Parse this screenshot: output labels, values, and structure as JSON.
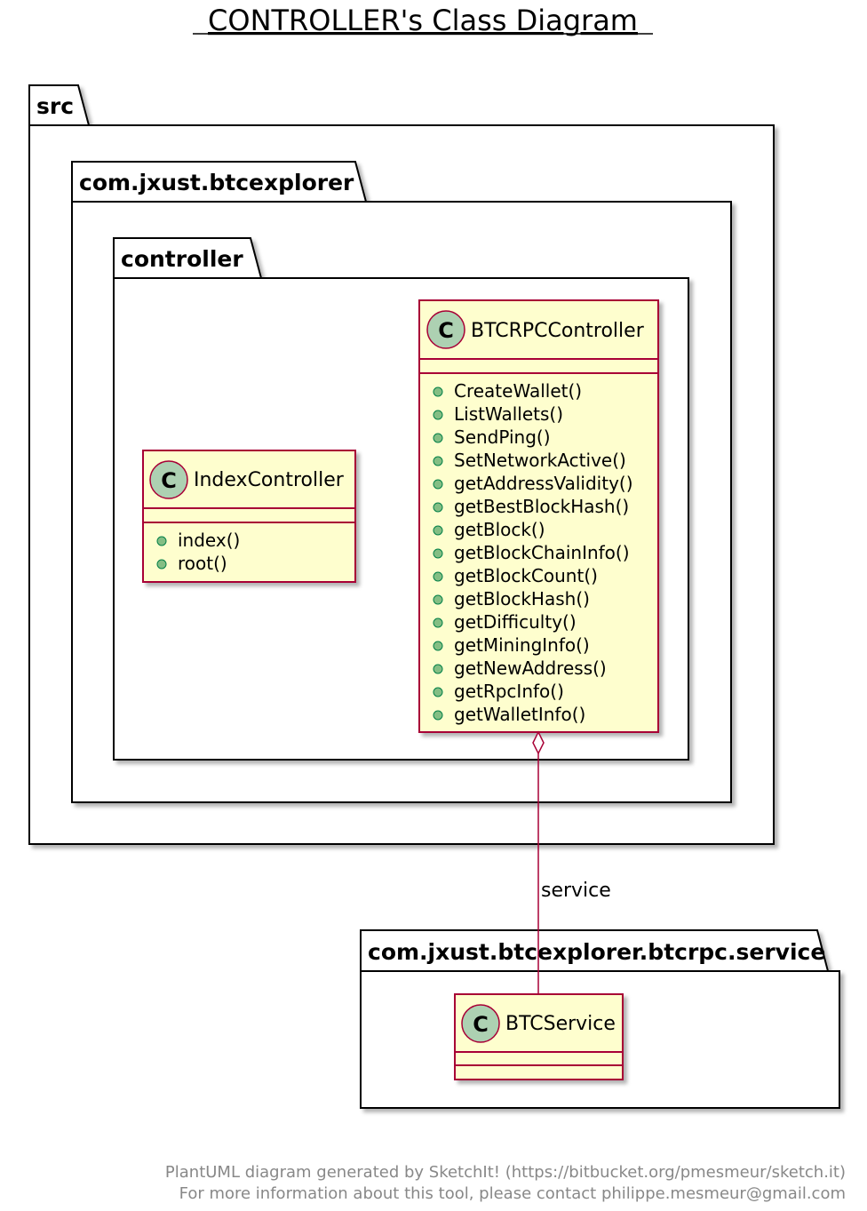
{
  "title": "CONTROLLER's Class Diagram",
  "colors": {
    "class_fill": "#FEFECE",
    "class_border": "#A80036",
    "package_border": "#000000",
    "class_icon_fill": "#ADD1B2",
    "method_marker_fill": "#84BE84",
    "method_marker_border": "#038048",
    "footer_text": "#888888"
  },
  "packages": {
    "src": {
      "label": "src"
    },
    "btcexplorer": {
      "label": "com.jxust.btcexplorer"
    },
    "controller": {
      "label": "controller"
    },
    "service_pkg": {
      "label": "com.jxust.btcexplorer.btcrpc.service"
    }
  },
  "classes": {
    "btcrpc_controller": {
      "name": "BTCRPCController",
      "icon": "class-c-icon",
      "methods": [
        "CreateWallet()",
        "ListWallets()",
        "SendPing()",
        "SetNetworkActive()",
        "getAddressValidity()",
        "getBestBlockHash()",
        "getBlock()",
        "getBlockChainInfo()",
        "getBlockCount()",
        "getBlockHash()",
        "getDifficulty()",
        "getMiningInfo()",
        "getNewAddress()",
        "getRpcInfo()",
        "getWalletInfo()"
      ]
    },
    "index_controller": {
      "name": "IndexController",
      "icon": "class-c-icon",
      "methods": [
        "index()",
        "root()"
      ]
    },
    "btc_service": {
      "name": "BTCService",
      "icon": "class-c-icon",
      "methods": []
    }
  },
  "relation": {
    "type": "aggregation",
    "from": "BTCRPCController",
    "to": "BTCService",
    "label": "service"
  },
  "footer": {
    "line1": "PlantUML diagram generated by SketchIt! (https://bitbucket.org/pmesmeur/sketch.it)",
    "line2": "For more information about this tool, please contact philippe.mesmeur@gmail.com"
  }
}
